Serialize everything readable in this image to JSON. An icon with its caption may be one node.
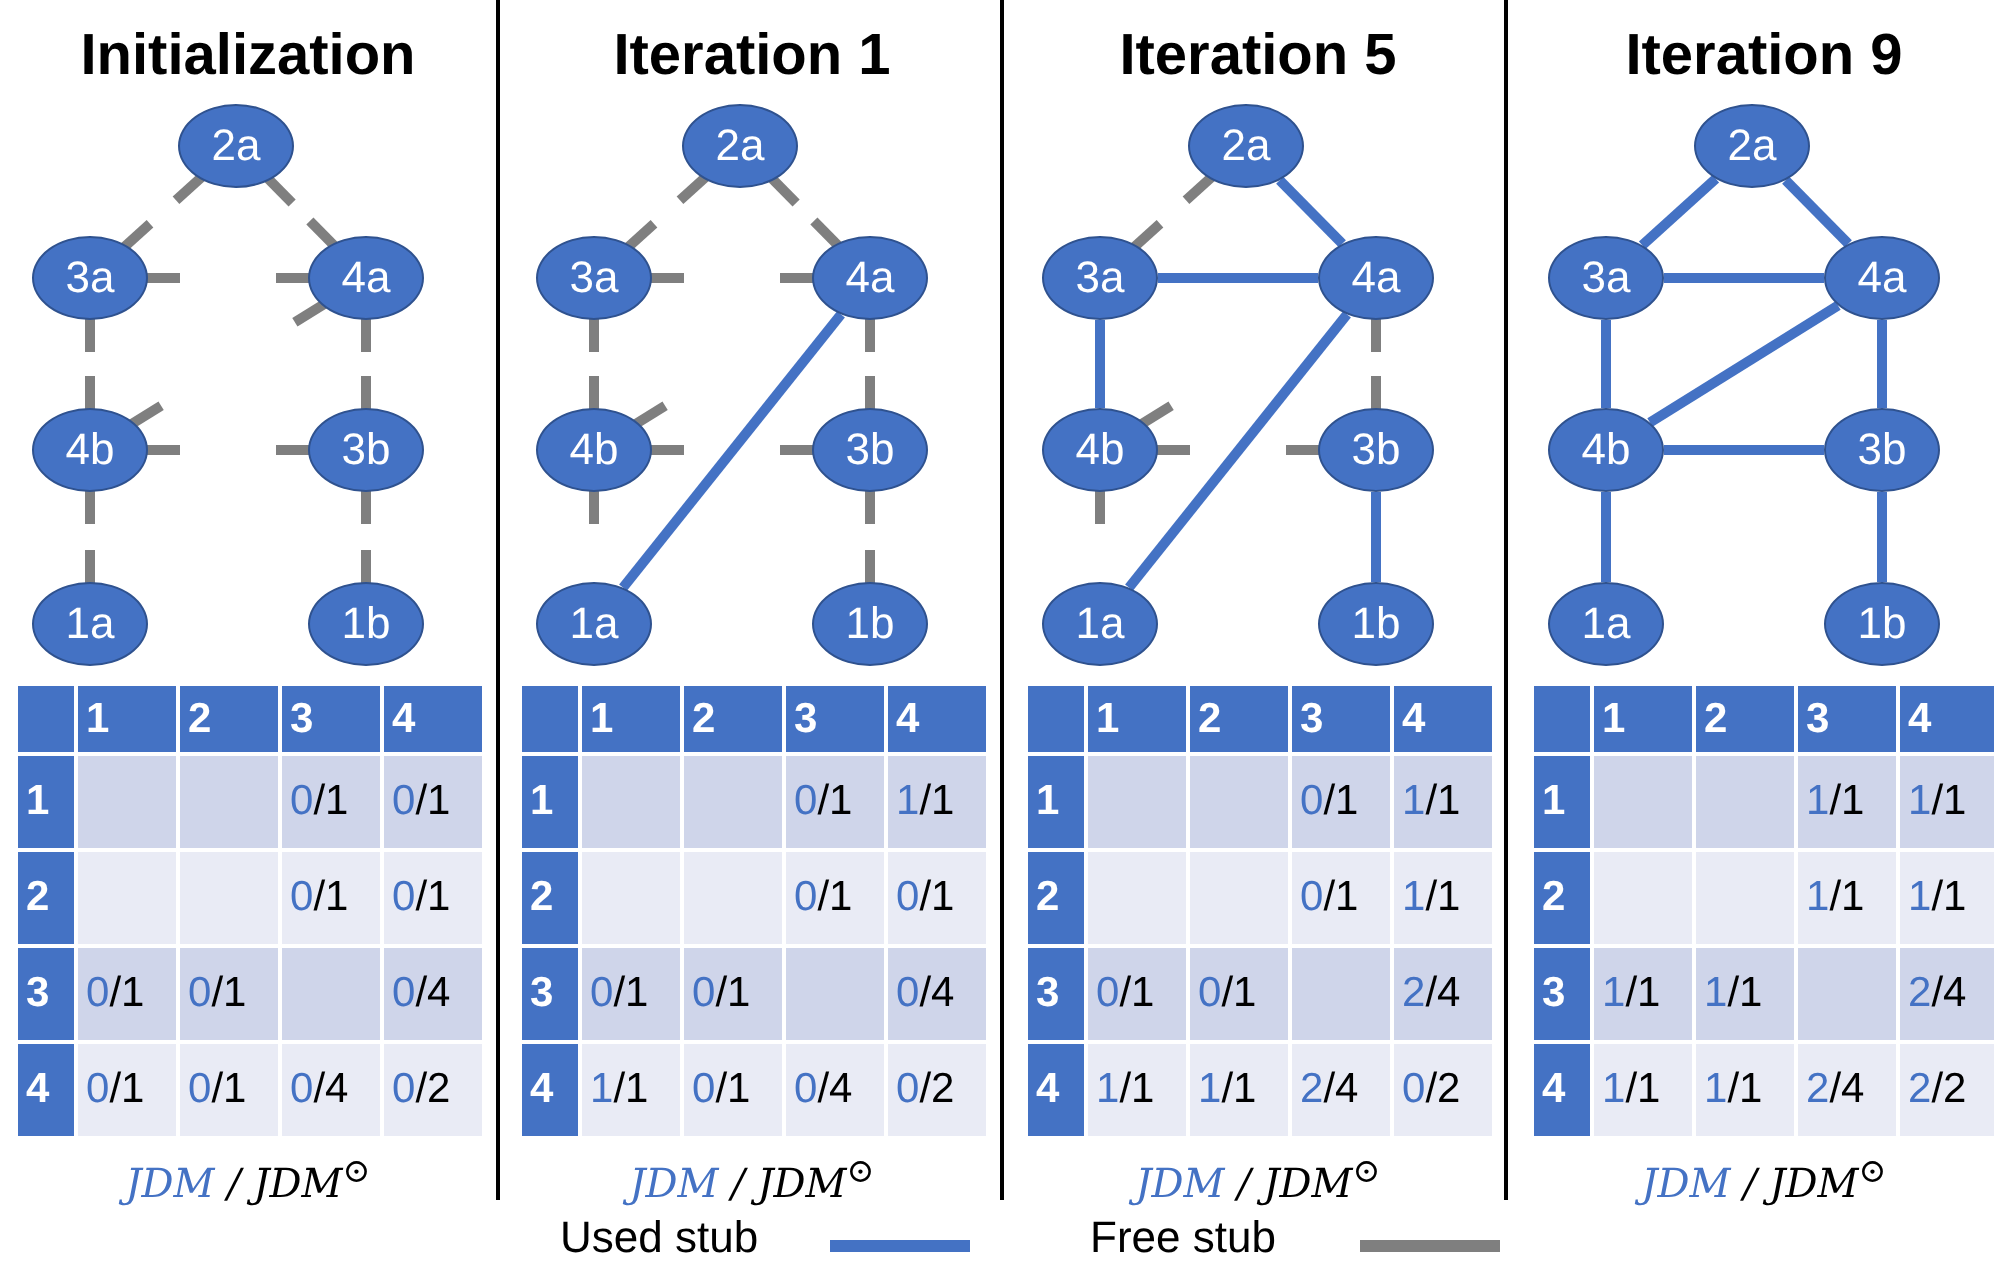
{
  "diagram": {
    "nodes": [
      {
        "text": [
          "2a"
        ]
      },
      {
        "text": [
          "3a"
        ]
      },
      {
        "text": [
          "4a"
        ]
      },
      {
        "text": [
          "4b"
        ]
      },
      {
        "text": [
          "3b"
        ]
      },
      {
        "text": [
          "1a"
        ]
      },
      {
        "text": [
          "1b"
        ]
      },
      {
        "text": [
          "2a"
        ]
      },
      {
        "text": [
          "3a"
        ]
      },
      {
        "text": [
          "4a"
        ]
      },
      {
        "text": [
          "4b"
        ]
      },
      {
        "text": [
          "3b"
        ]
      },
      {
        "text": [
          "1a"
        ]
      },
      {
        "text": [
          "1b"
        ]
      },
      {
        "text": [
          "2a"
        ]
      },
      {
        "text": [
          "3a"
        ]
      },
      {
        "text": [
          "4a"
        ]
      },
      {
        "text": [
          "4b"
        ]
      },
      {
        "text": [
          "3b"
        ]
      },
      {
        "text": [
          "1a"
        ]
      },
      {
        "text": [
          "1b"
        ]
      },
      {
        "text": [
          "2a"
        ]
      },
      {
        "text": [
          "3a"
        ]
      },
      {
        "text": [
          "4a"
        ]
      },
      {
        "text": [
          "4b"
        ]
      },
      {
        "text": [
          "3b"
        ]
      },
      {
        "text": [
          "1a"
        ]
      },
      {
        "text": [
          "1b"
        ]
      }
    ],
    "edges": [
      {
        "from": 0,
        "to": null,
        "arrow": "none"
      },
      {
        "from": 0,
        "to": null,
        "arrow": "none"
      },
      {
        "from": 1,
        "to": null,
        "arrow": "none"
      },
      {
        "from": 1,
        "to": null,
        "arrow": "none"
      },
      {
        "from": 1,
        "to": null,
        "arrow": "none"
      },
      {
        "from": 2,
        "to": null,
        "arrow": "none"
      },
      {
        "from": 2,
        "to": null,
        "arrow": "none"
      },
      {
        "from": 2,
        "to": null,
        "arrow": "none"
      },
      {
        "from": 2,
        "to": null,
        "arrow": "none"
      },
      {
        "from": 3,
        "to": null,
        "arrow": "none"
      },
      {
        "from": 3,
        "to": null,
        "arrow": "none"
      },
      {
        "from": 3,
        "to": null,
        "arrow": "none"
      },
      {
        "from": 3,
        "to": null,
        "arrow": "none"
      },
      {
        "from": 4,
        "to": null,
        "arrow": "none"
      },
      {
        "from": 4,
        "to": null,
        "arrow": "none"
      },
      {
        "from": 4,
        "to": null,
        "arrow": "none"
      },
      {
        "from": 5,
        "to": null,
        "arrow": "none"
      },
      {
        "from": 6,
        "to": null,
        "arrow": "none"
      },
      {
        "from": 12,
        "to": 9,
        "arrow": "none",
        "color": "#4472c4"
      },
      {
        "from": 7,
        "to": null,
        "arrow": "none"
      },
      {
        "from": 7,
        "to": null,
        "arrow": "none"
      },
      {
        "from": 8,
        "to": null,
        "arrow": "none"
      },
      {
        "from": 8,
        "to": null,
        "arrow": "none"
      },
      {
        "from": 8,
        "to": null,
        "arrow": "none"
      },
      {
        "from": 9,
        "to": null,
        "arrow": "none"
      },
      {
        "from": 9,
        "to": null,
        "arrow": "none"
      },
      {
        "from": 9,
        "to": null,
        "arrow": "none"
      },
      {
        "from": 10,
        "to": null,
        "arrow": "none"
      },
      {
        "from": 10,
        "to": null,
        "arrow": "none"
      },
      {
        "from": 10,
        "to": null,
        "arrow": "none"
      },
      {
        "from": 10,
        "to": null,
        "arrow": "none"
      },
      {
        "from": 11,
        "to": null,
        "arrow": "none"
      },
      {
        "from": 11,
        "to": null,
        "arrow": "none"
      },
      {
        "from": 11,
        "to": null,
        "arrow": "none"
      },
      {
        "from": 13,
        "to": null,
        "arrow": "none"
      },
      {
        "from": 14,
        "to": 16,
        "arrow": "none",
        "color": "#4472c4"
      },
      {
        "from": 15,
        "to": 16,
        "arrow": "none",
        "color": "#4472c4"
      },
      {
        "from": 15,
        "to": 17,
        "arrow": "none",
        "color": "#4472c4"
      },
      {
        "from": 16,
        "to": 19,
        "arrow": "none",
        "color": "#4472c4"
      },
      {
        "from": 18,
        "to": 20,
        "arrow": "none",
        "color": "#4472c4"
      },
      {
        "from": 14,
        "to": null,
        "arrow": "none"
      },
      {
        "from": 15,
        "to": null,
        "arrow": "none"
      },
      {
        "from": 16,
        "to": null,
        "arrow": "none"
      },
      {
        "from": 17,
        "to": null,
        "arrow": "none"
      },
      {
        "from": 17,
        "to": null,
        "arrow": "none"
      },
      {
        "from": 17,
        "to": null,
        "arrow": "none"
      },
      {
        "from": 18,
        "to": null,
        "arrow": "none"
      },
      {
        "from": 18,
        "to": null,
        "arrow": "none"
      },
      {
        "from": 21,
        "to": 22,
        "arrow": "none",
        "color": "#4472c4"
      },
      {
        "from": 21,
        "to": 23,
        "arrow": "none",
        "color": "#4472c4"
      },
      {
        "from": 22,
        "to": 23,
        "arrow": "none",
        "color": "#4472c4"
      },
      {
        "from": 22,
        "to": 24,
        "arrow": "none",
        "color": "#4472c4"
      },
      {
        "from": 23,
        "to": 24,
        "arrow": "none",
        "color": "#4472c4"
      },
      {
        "from": 23,
        "to": 25,
        "arrow": "none",
        "color": "#4472c4"
      },
      {
        "from": 24,
        "to": 25,
        "arrow": "none",
        "color": "#4472c4"
      },
      {
        "from": 24,
        "to": 26,
        "arrow": "none",
        "color": "#4472c4"
      },
      {
        "from": 25,
        "to": 27,
        "arrow": "none",
        "color": "#4472c4"
      }
    ],
    "labels": [
      "Initialization",
      "1",
      "2",
      "3",
      "4",
      "1",
      "0/1",
      "0/1",
      "2",
      "0/1",
      "0/1",
      "3",
      "0/1",
      "0/1",
      "0/4",
      "4",
      "0/1",
      "0/1",
      "0/4",
      "0/2",
      "JDM / JDM$^{⊙}$",
      "Iteration 1",
      "1",
      "2",
      "3",
      "4",
      "1",
      "0/1",
      "1/1",
      "2",
      "0/1",
      "0/1",
      "3",
      "0/1",
      "0/1",
      "0/4",
      "4",
      "1/1",
      "0/1",
      "0/4",
      "0/2",
      "JDM / JDM$^{⊙}$",
      "Iteration 5",
      "1",
      "2",
      "3",
      "4",
      "1",
      "0/1",
      "1/1",
      "2",
      "0/1",
      "1/1",
      "3",
      "0/1",
      "0/1",
      "2/4",
      "4",
      "1/1",
      "1/1",
      "2/4",
      "0/2",
      "JDM / JDM$^{⊙}$",
      "Iteration 9",
      "1",
      "2",
      "3",
      "4",
      "1",
      "1/1",
      "1/1",
      "2",
      "1/1",
      "1/1",
      "3",
      "1/1",
      "1/1",
      "2/4",
      "4",
      "1/1",
      "1/1",
      "2/4",
      "2/2",
      "JDM / JDM$^{⊙}$"
    ],
    "legend": [
      {
        "text": "Used stub"
      },
      {
        "text": "Free stub"
      }
    ]
  }
}
